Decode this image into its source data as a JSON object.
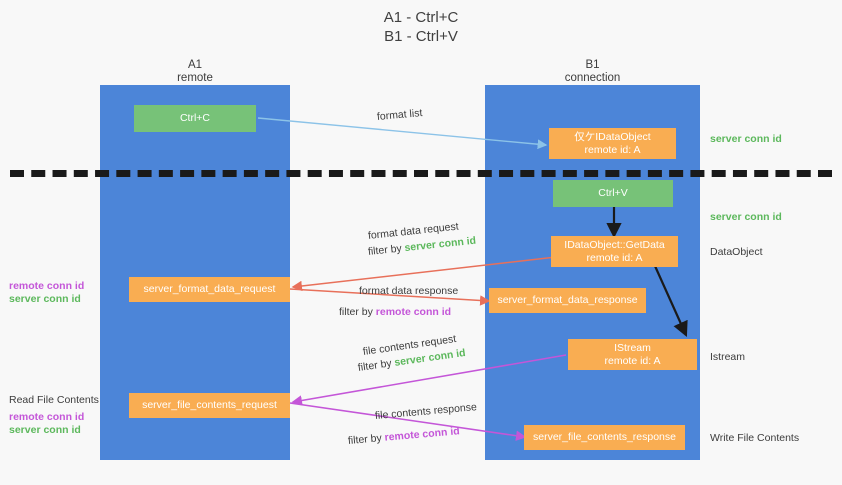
{
  "title": {
    "line1": "A1 - Ctrl+C",
    "line2": "B1 - Ctrl+V"
  },
  "lanes": [
    {
      "id": "a1",
      "name": "A1",
      "sub": "remote"
    },
    {
      "id": "b1",
      "name": "B1",
      "sub": "connection"
    }
  ],
  "colors": {
    "lane": "#4c85d8",
    "orange": "#f9ad52",
    "green_box": "#77c278",
    "green_text": "#5cb85c",
    "purple_text": "#c456d8",
    "blue_arrow": "#8cc3e8",
    "red_arrow": "#e8705a",
    "magenta_arrow": "#c456d8",
    "black_arrow": "#1a1a1a",
    "background": "#f8f8f8"
  },
  "nodes": {
    "ctrl_c": {
      "line1": "Ctrl+C",
      "line2": ""
    },
    "idataobject": {
      "line1": "仅ケIDataObject",
      "line2": "remote id: A"
    },
    "ctrl_v": {
      "line1": "Ctrl+V",
      "line2": ""
    },
    "getdata": {
      "line1": "IDataObject::GetData",
      "line2": "remote id: A"
    },
    "fmt_req": {
      "line1": "server_format_data_request",
      "line2": ""
    },
    "fmt_resp": {
      "line1": "server_format_data_response",
      "line2": ""
    },
    "istream": {
      "line1": "IStream",
      "line2": "remote id: A"
    },
    "file_req": {
      "line1": "server_file_contents_request",
      "line2": ""
    },
    "file_resp": {
      "line1": "server_file_contents_response",
      "line2": ""
    }
  },
  "edges": {
    "format_list": "format list",
    "fmt_data_request": {
      "line1": "format data request",
      "prefix": "filter by ",
      "tag": "server conn id"
    },
    "fmt_data_response": {
      "line1": "format data response",
      "prefix": "filter by ",
      "tag": "remote conn id"
    },
    "file_contents_request": {
      "line1": "file contents request",
      "prefix": "filter by ",
      "tag": "server conn id"
    },
    "file_contents_response": {
      "line1": "file contents response",
      "prefix": "filter by ",
      "tag": "remote conn id"
    }
  },
  "annotations": {
    "right_server_conn_top": "server conn id",
    "right_server_conn_mid": "server conn id",
    "right_dataobject": "DataObject",
    "right_istream": "Istream",
    "right_write_file": "Write File Contents",
    "left_remote_conn_1": "remote conn id",
    "left_server_conn_1": "server conn id",
    "left_read_file": "Read File Contents",
    "left_remote_conn_2": "remote conn id",
    "left_server_conn_2": "server conn id"
  }
}
